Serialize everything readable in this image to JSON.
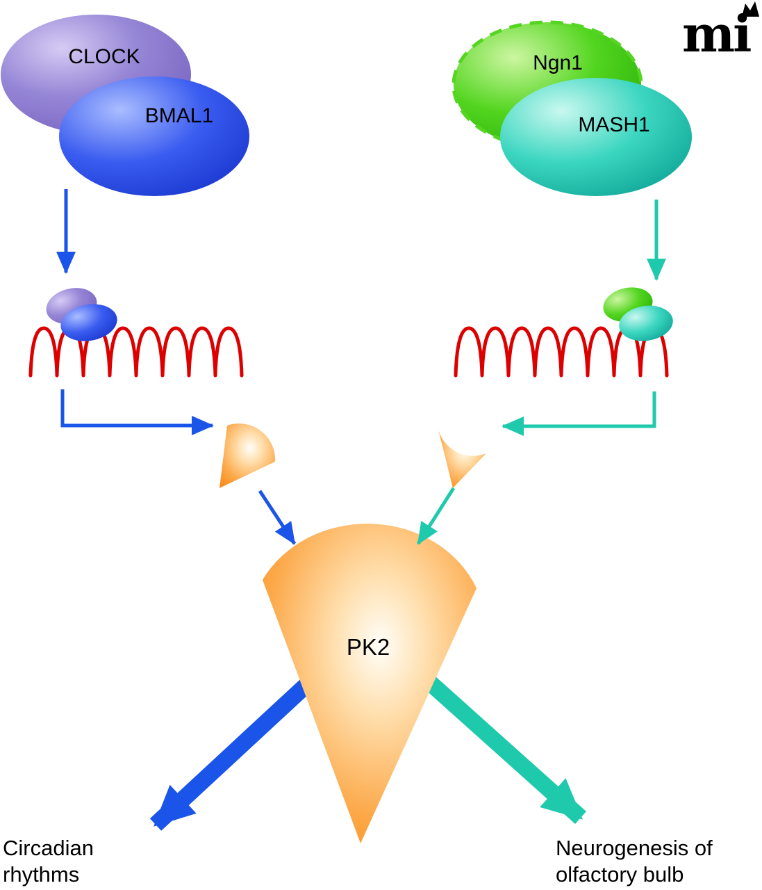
{
  "figure": {
    "logo_text": "mi"
  },
  "nodes": {
    "clock": "CLOCK",
    "bmal1": "BMAL1",
    "ngn1": "Ngn1",
    "mash1": "MASH1",
    "pk2": "PK2"
  },
  "outcomes": {
    "left_line1": "Circadian",
    "left_line2": "rhythms",
    "right_line1": "Neurogenesis of",
    "right_line2": "olfactory bulb"
  },
  "colors": {
    "clock_purple": "#8a79cf",
    "bmal1_blue": "#2a50ea",
    "ngn1_green": "#46cf18",
    "ngn1_dash": "#55d522",
    "mash1_teal": "#2fcdb8",
    "promoter_red": "#dd0000",
    "pk2_orange": "#fb9027",
    "arrow_blue": "#1a54e8",
    "arrow_teal": "#1fc9ac",
    "text": "#000000"
  }
}
